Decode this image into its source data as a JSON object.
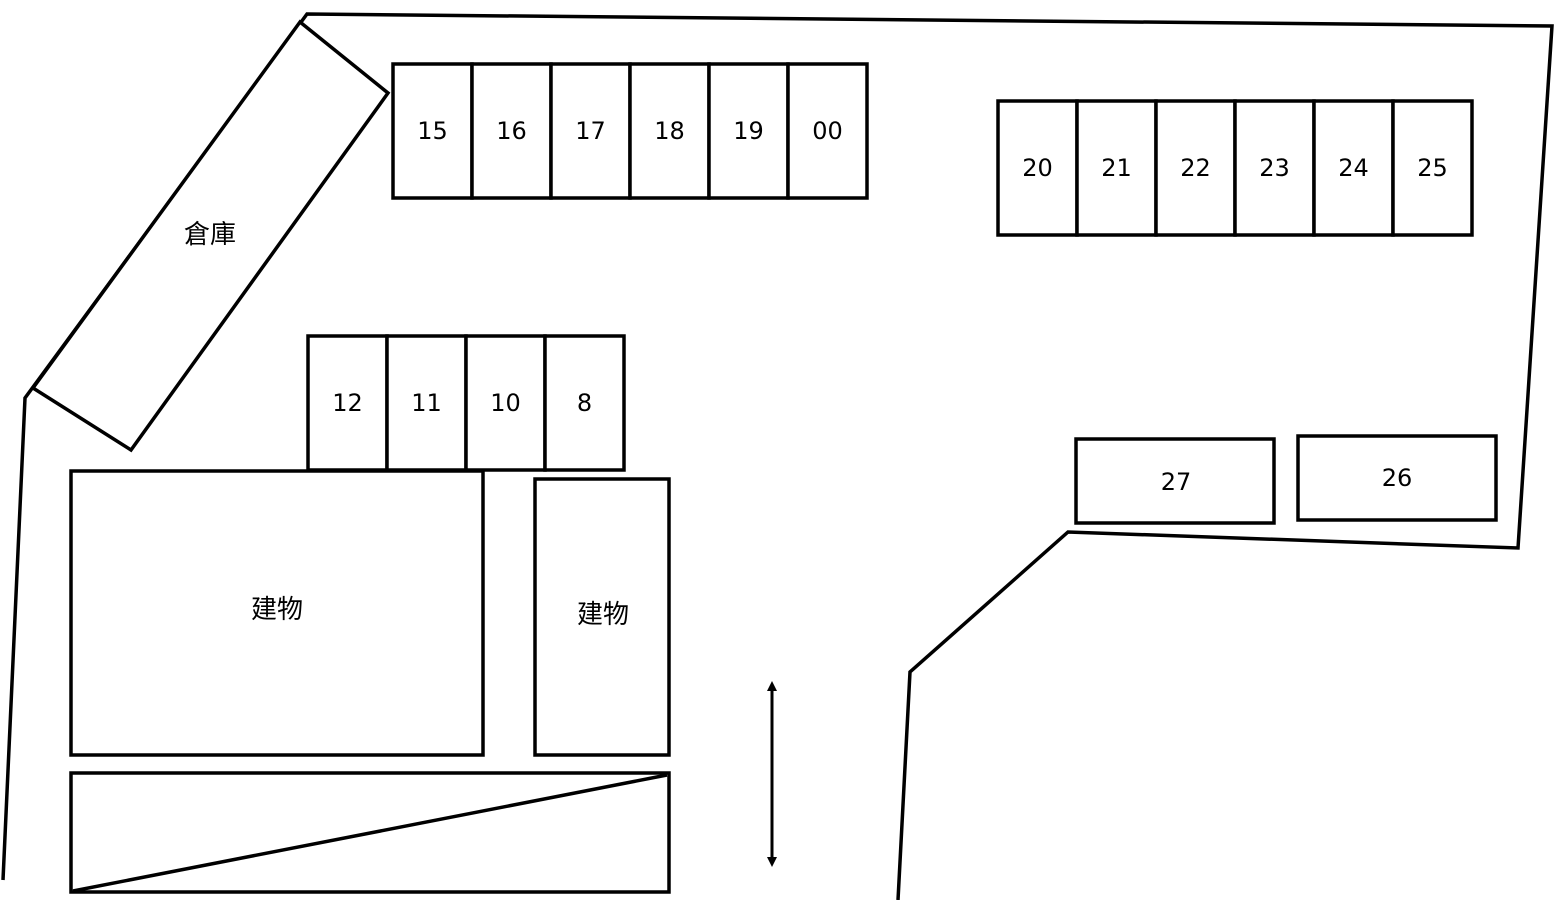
{
  "row_top_left": [
    "15",
    "16",
    "17",
    "18",
    "19",
    "00"
  ],
  "row_top_right": [
    "20",
    "21",
    "22",
    "23",
    "24",
    "25"
  ],
  "row_middle": [
    "12",
    "11",
    "10",
    "8"
  ],
  "single_27": "27",
  "single_26": "26",
  "warehouse_label": "倉庫",
  "building_large_label": "建物",
  "building_small_label": "建物"
}
